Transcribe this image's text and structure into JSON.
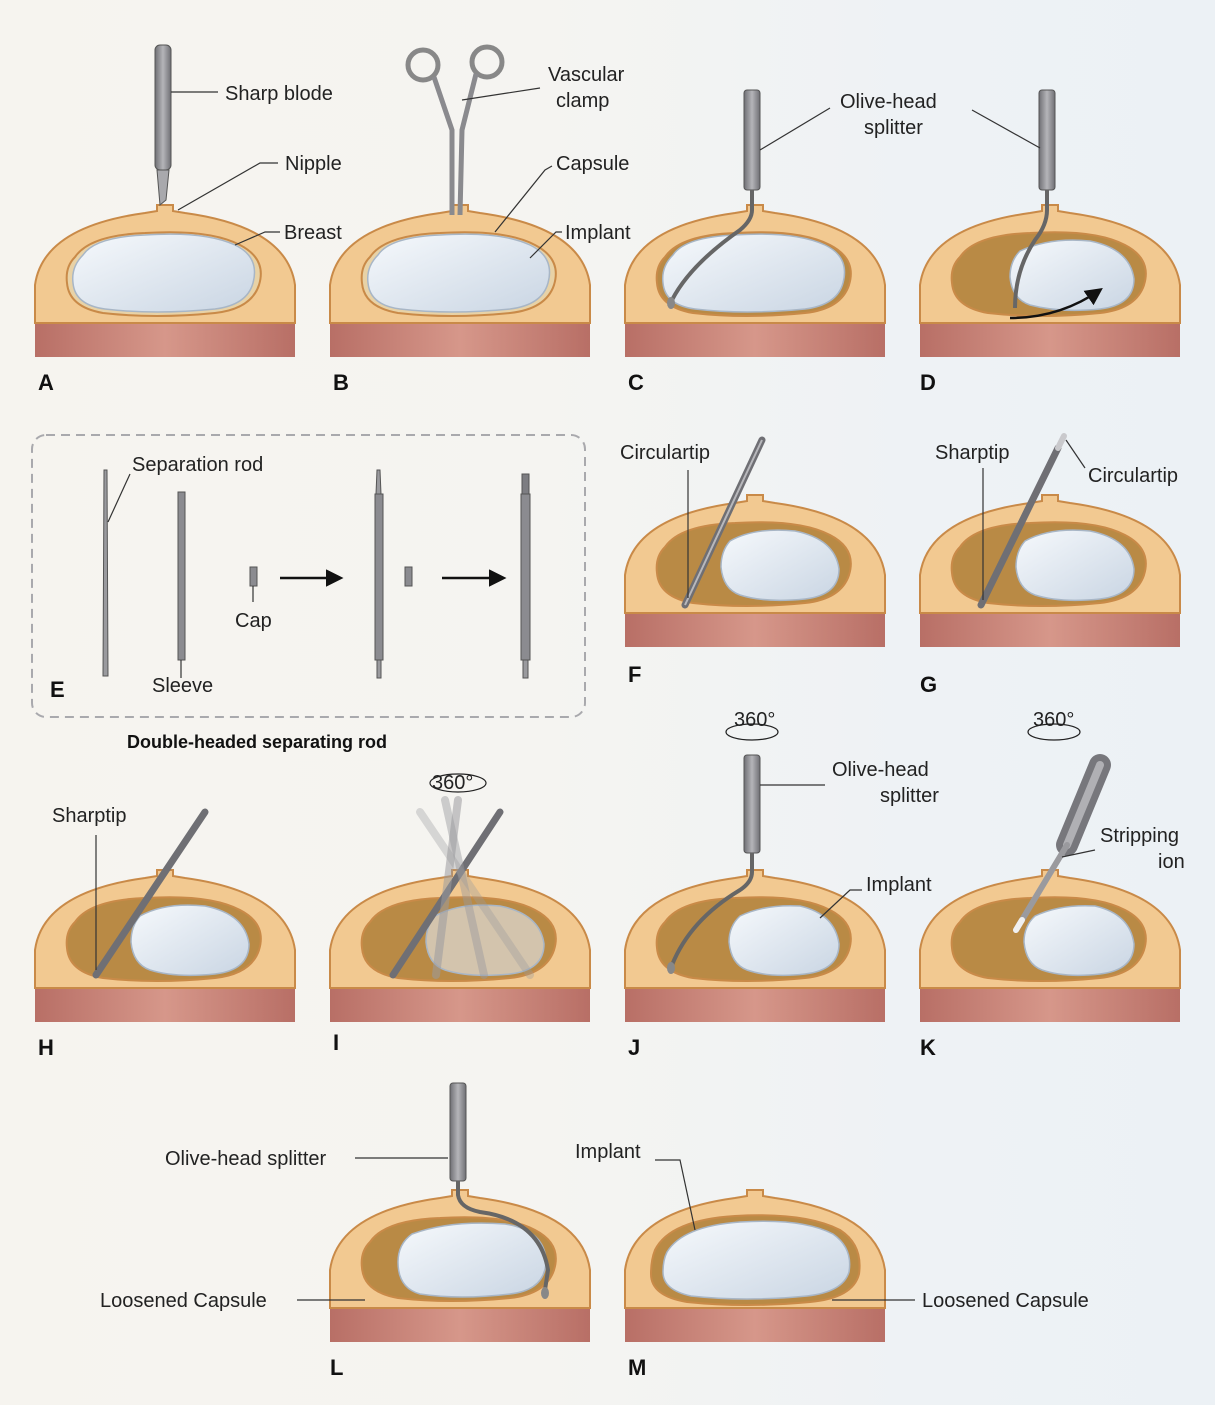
{
  "panels": {
    "A": {
      "letter": "A",
      "labels": [
        "Sharp blode",
        "Nipple",
        "Breast"
      ]
    },
    "B": {
      "letter": "B",
      "labels": [
        "Vascular",
        "clamp",
        "Capsule",
        "Implant"
      ]
    },
    "C": {
      "letter": "C",
      "labels": [
        "Olive-head",
        "splitter"
      ]
    },
    "D": {
      "letter": "D"
    },
    "E": {
      "letter": "E",
      "labels": [
        "Separation rod",
        "Sleeve",
        "Cap"
      ],
      "caption": "Double-headed separating rod"
    },
    "F": {
      "letter": "F",
      "labels": [
        "Circulartip"
      ]
    },
    "G": {
      "letter": "G",
      "labels": [
        "Sharptip",
        "Circulartip"
      ]
    },
    "H": {
      "letter": "H",
      "labels": [
        "Sharptip"
      ]
    },
    "I": {
      "letter": "I",
      "labels": [
        "360°"
      ]
    },
    "J": {
      "letter": "J",
      "labels": [
        "360°",
        "Olive-head",
        "splitter",
        "Implant"
      ]
    },
    "K": {
      "letter": "K",
      "labels": [
        "360°",
        "Stripping",
        "ion"
      ]
    },
    "L": {
      "letter": "L",
      "labels": [
        "Olive-head splitter",
        "Loosened Capsule"
      ]
    },
    "M": {
      "letter": "M",
      "labels": [
        "Implant",
        "Loosened Capsule"
      ]
    }
  },
  "colors": {
    "breast_outer": "#f2c991",
    "breast_edge": "#c98a48",
    "muscle": "#c98377",
    "loosened_capsule": "#b98a45",
    "implant": "#e4ebf3",
    "instrument": "#8f8f93"
  }
}
